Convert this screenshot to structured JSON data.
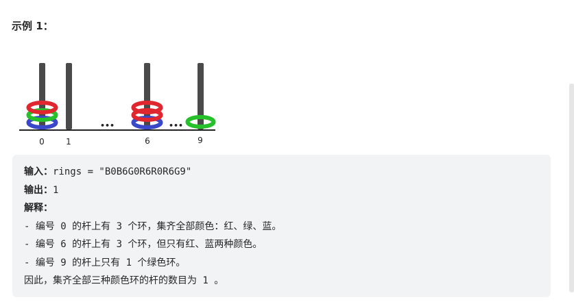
{
  "heading": "示例 1：",
  "figure": {
    "rod_labels": [
      "0",
      "1",
      "6",
      "9"
    ],
    "dots": [
      "•••",
      "•••"
    ],
    "colors": {
      "red": "#e0262e",
      "green": "#26c02a",
      "blue": "#3b47c9",
      "rod": "#4a4a4a"
    }
  },
  "example": {
    "input_label": "输入：",
    "input_value": "rings = \"B0B6G0R6R0R6G9\"",
    "output_label": "输出：",
    "output_value": "1",
    "explain_label": "解释：",
    "lines": [
      "- 编号 0 的杆上有 3 个环，集齐全部颜色：红、绿、蓝。",
      "- 编号 6 的杆上有 3 个环，但只有红、蓝两种颜色。",
      "- 编号 9 的杆上只有 1 个绿色环。",
      "因此，集齐全部三种颜色环的杆的数目为 1 。"
    ]
  }
}
